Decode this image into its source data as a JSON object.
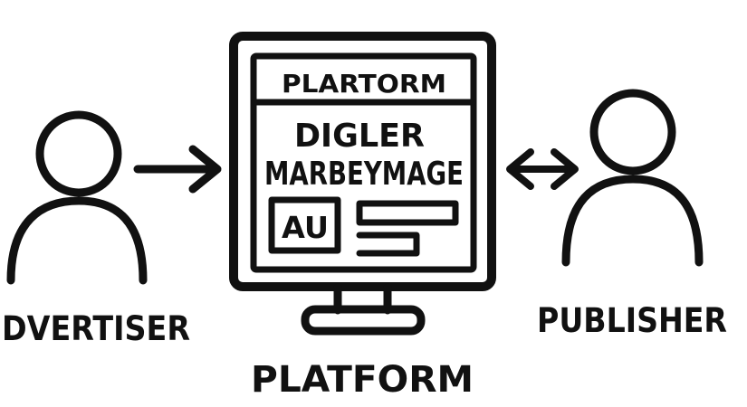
{
  "advertiser": {
    "label": "DVERTISER"
  },
  "platform": {
    "label": "PLATFORM",
    "screen": {
      "header": "PLARTORM",
      "line1": "DIGLER",
      "line2": "MARBEYMAGE",
      "box_label": "AU"
    }
  },
  "publisher": {
    "label": "PUBLISHER"
  },
  "colors": {
    "ink": "#111111",
    "background": "#ffffff"
  }
}
